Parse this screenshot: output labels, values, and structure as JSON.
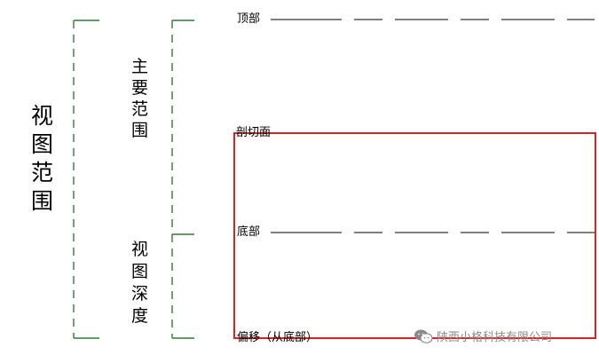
{
  "diagram": {
    "view_range_title_chars": [
      "视",
      "图",
      "范",
      "围"
    ],
    "primary_range_title_chars": [
      "主",
      "要",
      "范",
      "围"
    ],
    "view_depth_title_chars": [
      "视",
      "图",
      "深",
      "度"
    ],
    "plane_labels": {
      "top": "顶部",
      "cut_plane": "剖切面",
      "bottom": "底部",
      "offset": "偏移（从底部）"
    },
    "watermark": "陕西小格科技有限公司",
    "icon_names": [
      "wechat-icon"
    ],
    "colors": {
      "bracket": "#2e7d32",
      "section_box": "#e02020",
      "plane_line": "#000000",
      "watermark_text": "#8a8a8a"
    }
  }
}
